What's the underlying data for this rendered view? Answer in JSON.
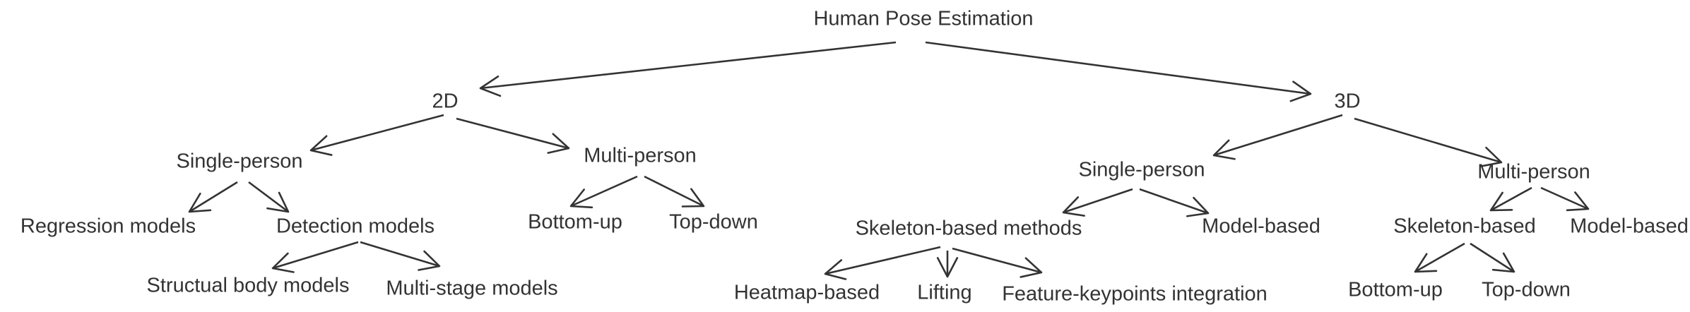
{
  "diagram": {
    "nodes": {
      "root": "Human Pose Estimation",
      "d2": "2D",
      "d3": "3D",
      "d2_single": "Single-person",
      "d2_multi": "Multi-person",
      "regression": "Regression models",
      "detection": "Detection models",
      "structural": "Structual body models",
      "multistage": "Multi-stage models",
      "d2_bottomup": "Bottom-up",
      "d2_topdown": "Top-down",
      "d3_single": "Single-person",
      "d3_multi": "Multi-person",
      "skeleton_methods": "Skeleton-based methods",
      "model_based_single": "Model-based",
      "heatmap": "Heatmap-based",
      "lifting": "Lifting",
      "feature_keypoints": "Feature-keypoints integration",
      "skeleton_based": "Skeleton-based",
      "model_based_multi": "Model-based",
      "d3_bottomup": "Bottom-up",
      "d3_topdown": "Top-down"
    },
    "edges": [
      [
        "root",
        "d2"
      ],
      [
        "root",
        "d3"
      ],
      [
        "d2",
        "d2_single"
      ],
      [
        "d2",
        "d2_multi"
      ],
      [
        "d2_single",
        "regression"
      ],
      [
        "d2_single",
        "detection"
      ],
      [
        "detection",
        "structural"
      ],
      [
        "detection",
        "multistage"
      ],
      [
        "d2_multi",
        "d2_bottomup"
      ],
      [
        "d2_multi",
        "d2_topdown"
      ],
      [
        "d3",
        "d3_single"
      ],
      [
        "d3",
        "d3_multi"
      ],
      [
        "d3_single",
        "skeleton_methods"
      ],
      [
        "d3_single",
        "model_based_single"
      ],
      [
        "skeleton_methods",
        "heatmap"
      ],
      [
        "skeleton_methods",
        "lifting"
      ],
      [
        "skeleton_methods",
        "feature_keypoints"
      ],
      [
        "d3_multi",
        "skeleton_based"
      ],
      [
        "d3_multi",
        "model_based_multi"
      ],
      [
        "skeleton_based",
        "d3_bottomup"
      ],
      [
        "skeleton_based",
        "d3_topdown"
      ]
    ]
  }
}
